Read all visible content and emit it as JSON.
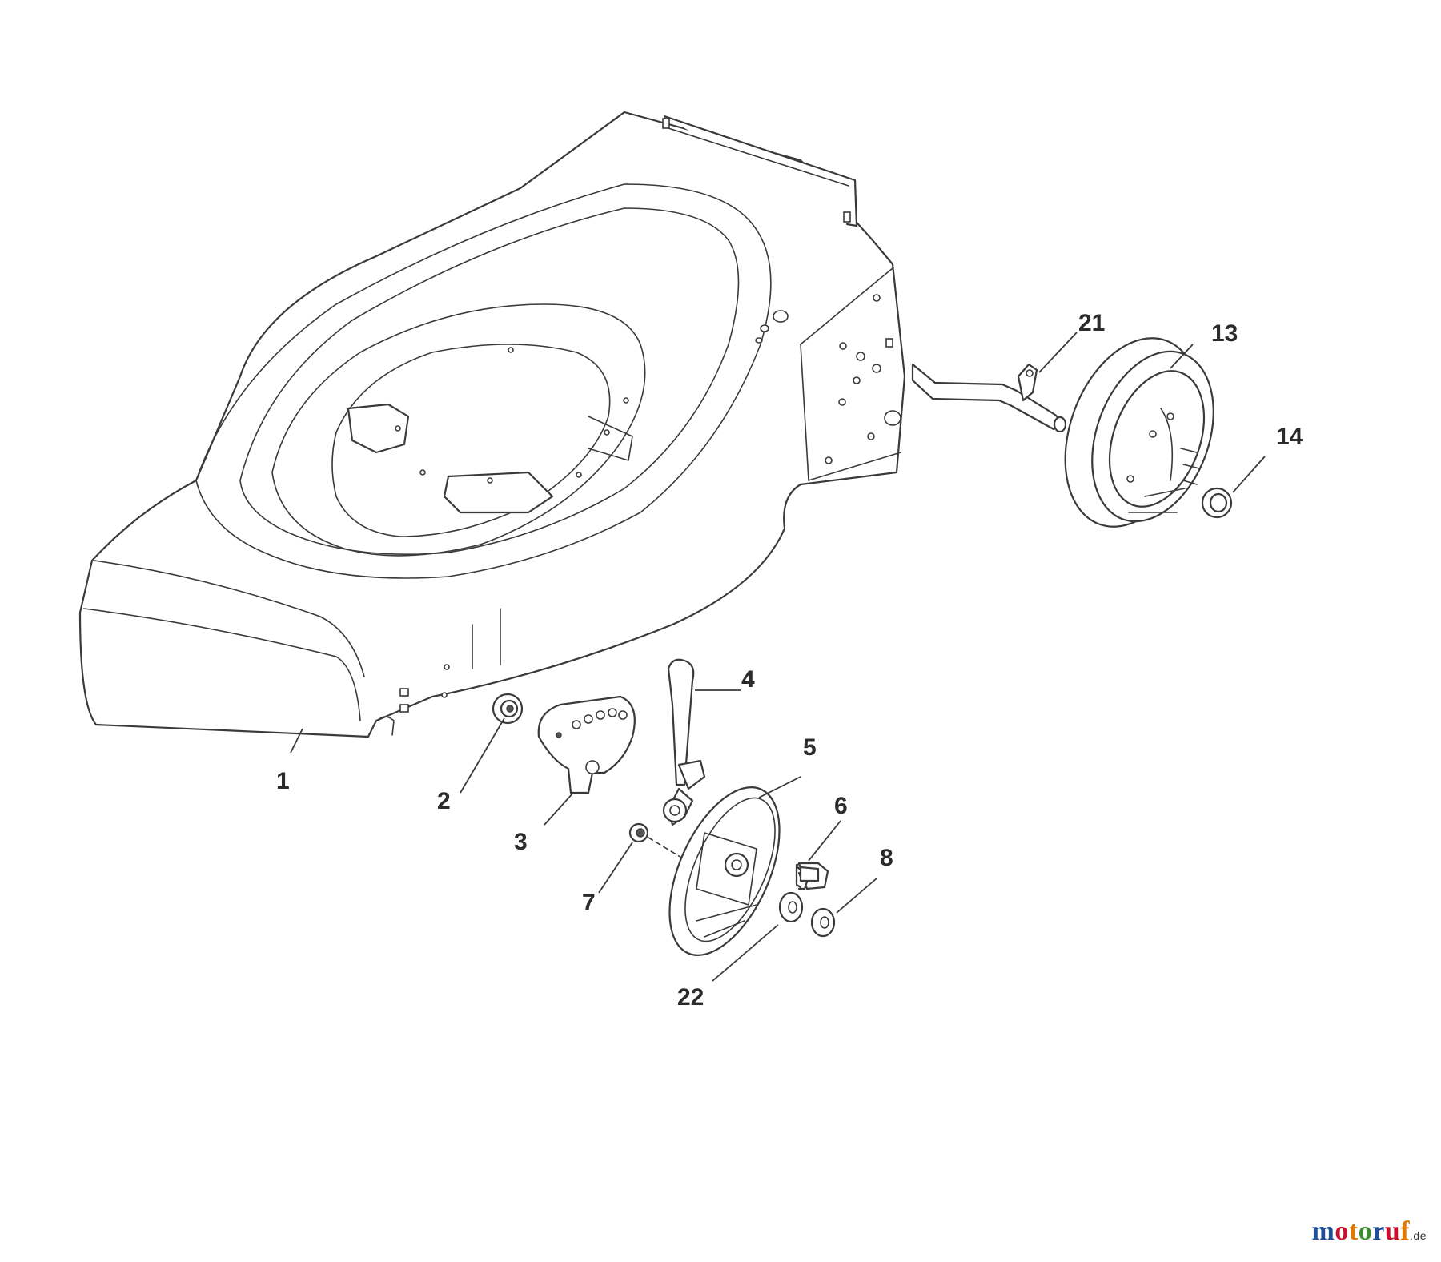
{
  "diagram": {
    "callouts": [
      {
        "id": "1",
        "label": "1"
      },
      {
        "id": "2",
        "label": "2"
      },
      {
        "id": "3",
        "label": "3"
      },
      {
        "id": "4",
        "label": "4"
      },
      {
        "id": "5",
        "label": "5"
      },
      {
        "id": "6",
        "label": "6"
      },
      {
        "id": "7",
        "label": "7"
      },
      {
        "id": "8",
        "label": "8"
      },
      {
        "id": "13",
        "label": "13"
      },
      {
        "id": "14",
        "label": "14"
      },
      {
        "id": "21",
        "label": "21"
      },
      {
        "id": "22",
        "label": "22"
      }
    ]
  },
  "watermark": {
    "letters": [
      "m",
      "o",
      "t",
      "o",
      "r",
      "u",
      "f"
    ],
    "letter_colors": [
      "#1f4f9c",
      "#c8102e",
      "#e07a00",
      "#3a8d2f",
      "#1f4f9c",
      "#c8102e",
      "#e07a00"
    ],
    "suffix": ".de"
  }
}
